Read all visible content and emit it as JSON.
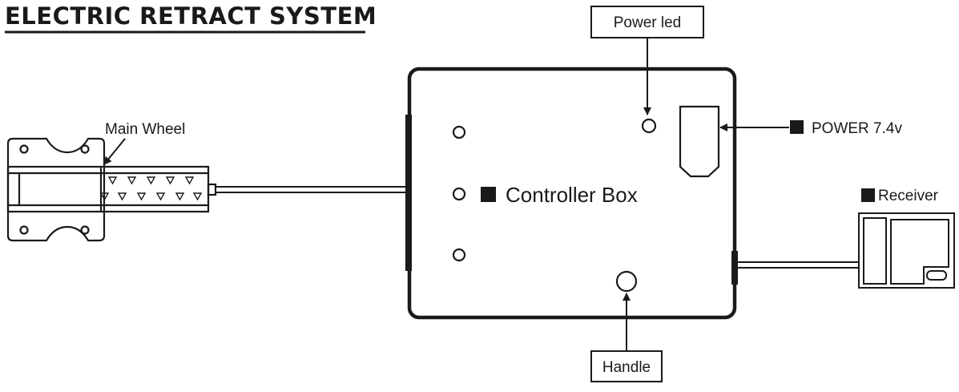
{
  "title": "ELECTRIC RETRACT SYSTEM",
  "labels": {
    "power_led": "Power led",
    "main_wheel": "Main Wheel",
    "controller_box": "Controller Box",
    "power": "POWER 7.4v",
    "receiver": "Receiver",
    "handle": "Handle"
  },
  "colors": {
    "ink": "#1a1a1a",
    "background": "#ffffff"
  }
}
